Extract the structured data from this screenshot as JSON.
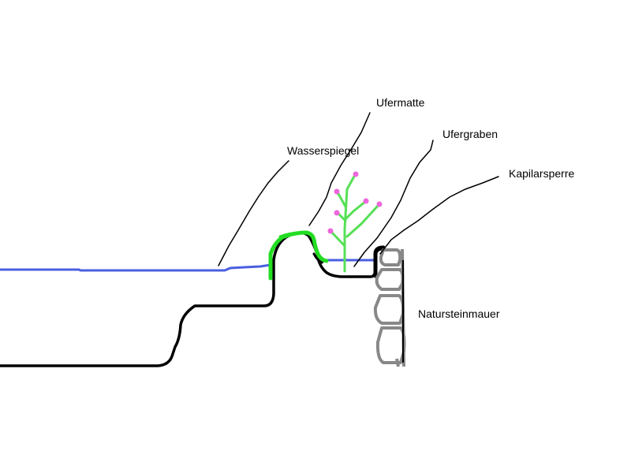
{
  "labels": {
    "ufermatte": "Ufermatte",
    "ufergraben": "Ufergraben",
    "wasserspiegel": "Wasserspiegel",
    "kapilarsperre": "Kapilarsperre",
    "natursteinmauer": "Natursteinmauer"
  },
  "colors": {
    "water": "#4a5fe0",
    "ground": "#000000",
    "mat": "#22dd22",
    "plant_stem": "#55e055",
    "flower": "#ee66dd",
    "wall": "#888888",
    "leader": "#000000"
  }
}
